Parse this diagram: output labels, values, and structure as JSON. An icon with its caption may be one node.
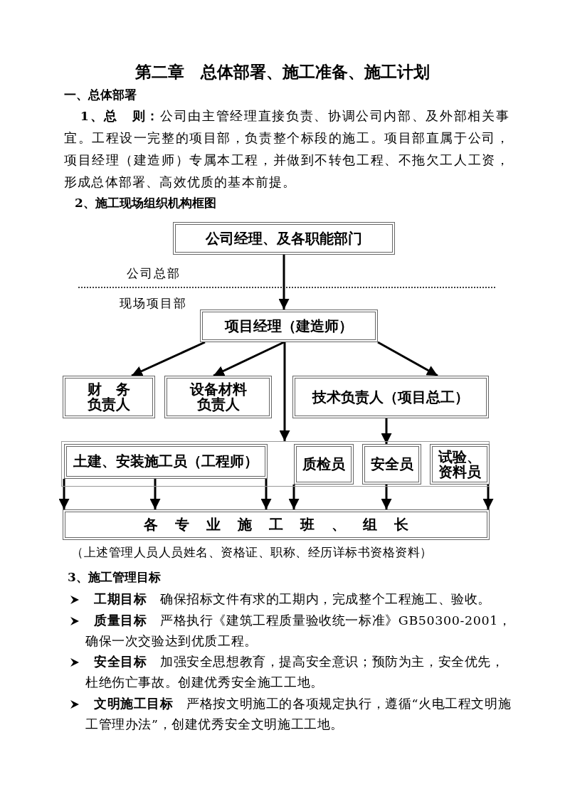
{
  "diagram": {
    "title": "第二章　总体部署、施工准备、施工计划",
    "caption": "（上述管理人员人员姓名、资格证、职称、经历详标书资格资料）",
    "nodes": [
      {
        "text": [
          "公司经理、及各职能部门"
        ]
      },
      {
        "text": [
          "项目经理（建造师）"
        ]
      },
      {
        "text": [
          "财　务负责人"
        ]
      },
      {
        "text": [
          "设备材料负责人"
        ]
      },
      {
        "text": [
          "技术负责人（项目总工）"
        ]
      },
      {
        "text": [],
        "shape": "box"
      },
      {
        "text": [
          "土建、安装施工员（工程师）"
        ],
        "in": 5
      },
      {
        "text": [
          "质检员"
        ],
        "in": 5
      },
      {
        "text": [
          "安全员"
        ],
        "in": 5
      },
      {
        "text": [
          "试验、资料员"
        ],
        "in": 5
      },
      {
        "text": [
          "各专业施工班、组长"
        ]
      }
    ],
    "edges": [
      {
        "from": 0,
        "to": 1,
        "arrow": "to"
      },
      {
        "from": 1,
        "to": 2,
        "arrow": "to"
      },
      {
        "from": 1,
        "to": 3,
        "arrow": "to"
      },
      {
        "from": 1,
        "to": 4,
        "arrow": "to"
      },
      {
        "from": 1,
        "to": 5,
        "arrow": "to"
      },
      {
        "from": 4,
        "to": 8,
        "arrow": "to"
      },
      {
        "from": 6,
        "to": 10,
        "arrow": "to"
      },
      {
        "from": 6,
        "to": 10,
        "arrow": "to"
      },
      {
        "from": 6,
        "to": 10,
        "arrow": "to"
      },
      {
        "from": 7,
        "to": 10,
        "arrow": "to"
      },
      {
        "from": 8,
        "to": 10,
        "arrow": "to"
      },
      {
        "from": 9,
        "to": 10,
        "arrow": "to"
      }
    ],
    "labels": [
      "一、总体部署",
      "**1、总　则：**公司由主管经理直接负责、协调公司内部、及外部相关事宜。工程设一完整的项目部，负责整个标段的施工。项目部直属于公司，项目经理（建造师）专属本工程，并做到不转包工程、不拖欠工人工资，形成总体部署、高效优质的基本前提。",
      "2、施工现场组织机构框图",
      "公司总部",
      "现场项目部",
      "3、施工管理目标",
      "**工期目标**　确保招标文件有求的工期内，完成整个工程施工、验收。",
      "**质量目标**　严格执行《建筑工程质量验收统一标准》GB50300-2001，确保一次交验达到优质工程。",
      "**安全目标**　加强安全思想教育，提高安全意识；预防为主，安全优先，杜绝伤亡事故。创建优秀安全施工工地。",
      "**文明施工目标**　严格按文明施工的各项规定执行，遵循“火电工程文明施工管理办法”，创建优秀安全文明施工工地。"
    ]
  }
}
